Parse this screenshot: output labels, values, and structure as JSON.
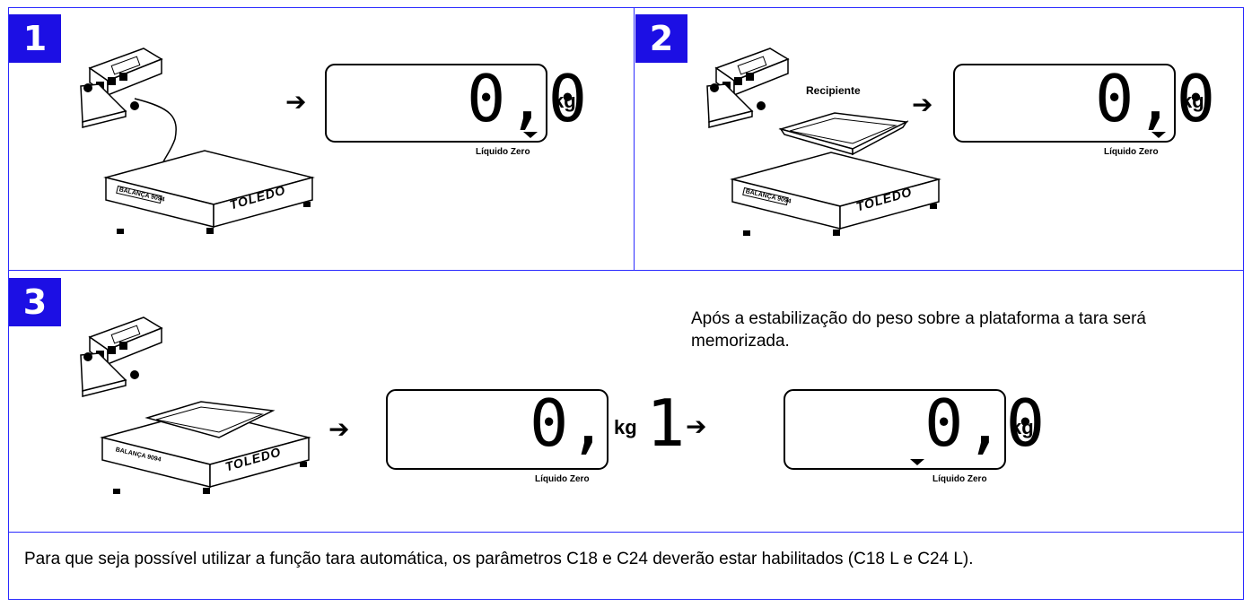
{
  "steps": [
    {
      "number": "1"
    },
    {
      "number": "2",
      "container_label": "Recipiente"
    },
    {
      "number": "3",
      "description": "Após a estabilização do peso sobre a plataforma a tara será memorizada."
    }
  ],
  "display": {
    "unit": "kg",
    "indicator_label": "Líquido Zero",
    "readings": [
      "0,0",
      "0,0",
      "0, 1",
      "0,0"
    ]
  },
  "platform": {
    "brand": "TOLEDO",
    "plate_text": "BALANÇA 9094"
  },
  "arrow_symbol": "➔",
  "footnote": "Para que seja possível utilizar a função tara automática, os parâmetros C18 e C24 deverão estar habilitados (C18 L e C24 L).",
  "colors": {
    "border": "#2b2bff",
    "badge": "#1c0fe4"
  }
}
